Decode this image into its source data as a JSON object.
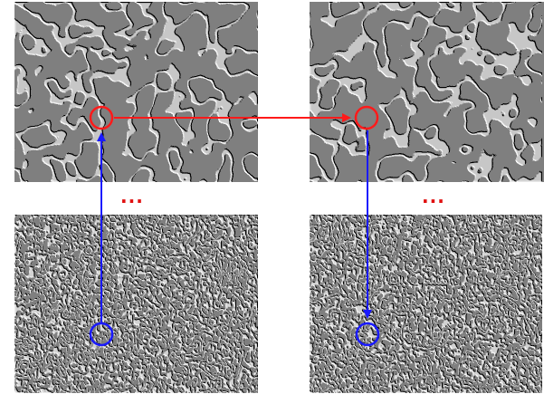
{
  "diagram": {
    "panels": [
      {
        "id": "top-left",
        "kind": "sparse-edge-map"
      },
      {
        "id": "top-right",
        "kind": "sparse-edge-map"
      },
      {
        "id": "bottom-left",
        "kind": "dense-edge-map"
      },
      {
        "id": "bottom-right",
        "kind": "dense-edge-map"
      }
    ],
    "ellipsis_text": "...",
    "colors": {
      "panel_background": "#7f7f7f",
      "highlight_red": "#ff1a1a",
      "highlight_blue": "#1a1aff",
      "ellipsis_red": "#e01010"
    }
  }
}
